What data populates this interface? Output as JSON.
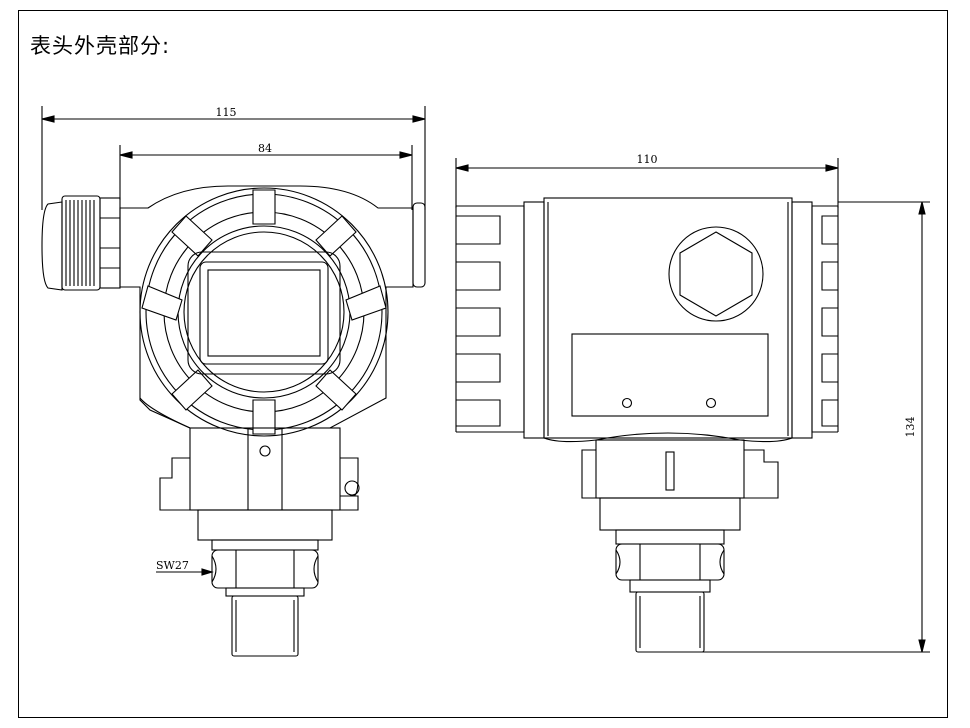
{
  "title": "表头外壳部分:",
  "dimensions": {
    "width_115": "115",
    "width_84": "84",
    "width_110": "110",
    "height_134": "134",
    "wrench": "SW27"
  },
  "colors": {
    "line": "#000000",
    "background": "#ffffff"
  }
}
